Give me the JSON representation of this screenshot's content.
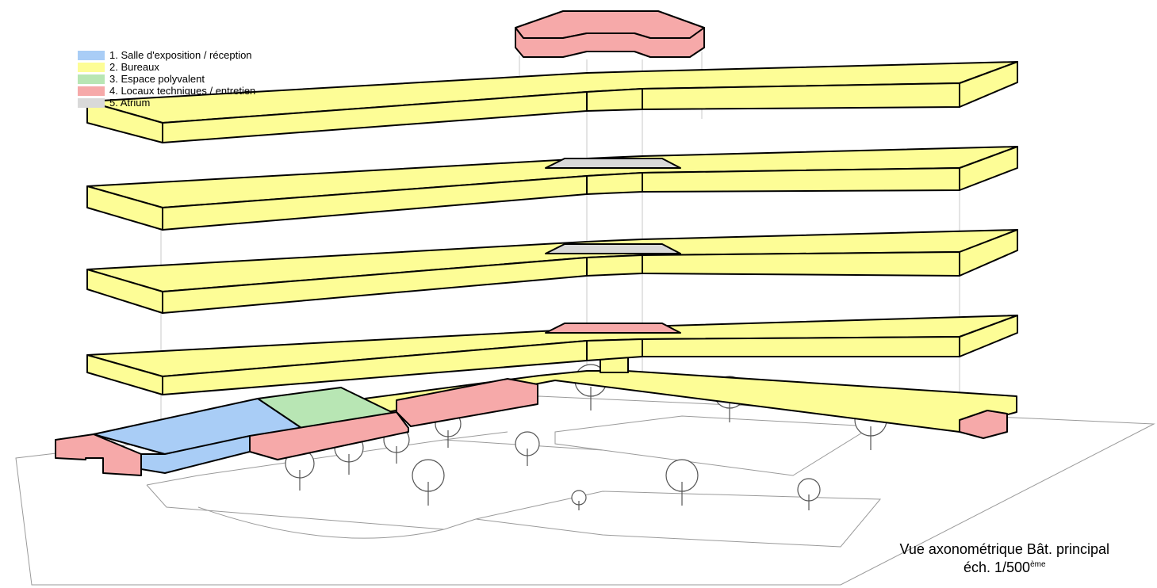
{
  "legend": {
    "items": [
      {
        "label": "1. Salle d'exposition / réception",
        "color": "#a9cdf6"
      },
      {
        "label": "2. Bureaux",
        "color": "#fdfd96"
      },
      {
        "label": "3. Espace polyvalent",
        "color": "#b8e6b4"
      },
      {
        "label": "4. Locaux techniques / entretien",
        "color": "#f6a9a9"
      },
      {
        "label": "5. Atrium",
        "color": "#d9d9d9"
      }
    ]
  },
  "caption": {
    "line1": "Vue axonométrique Bât. principal",
    "line2_prefix": "éch. 1/500",
    "line2_sup": "ème"
  },
  "colors": {
    "exposition": "#a9cdf6",
    "bureaux": "#fdfd96",
    "polyvalent": "#b8e6b4",
    "techniques": "#f6a9a9",
    "atrium": "#d9d9d9",
    "outline": "#000000",
    "site_lines": "#9a9a9a"
  }
}
